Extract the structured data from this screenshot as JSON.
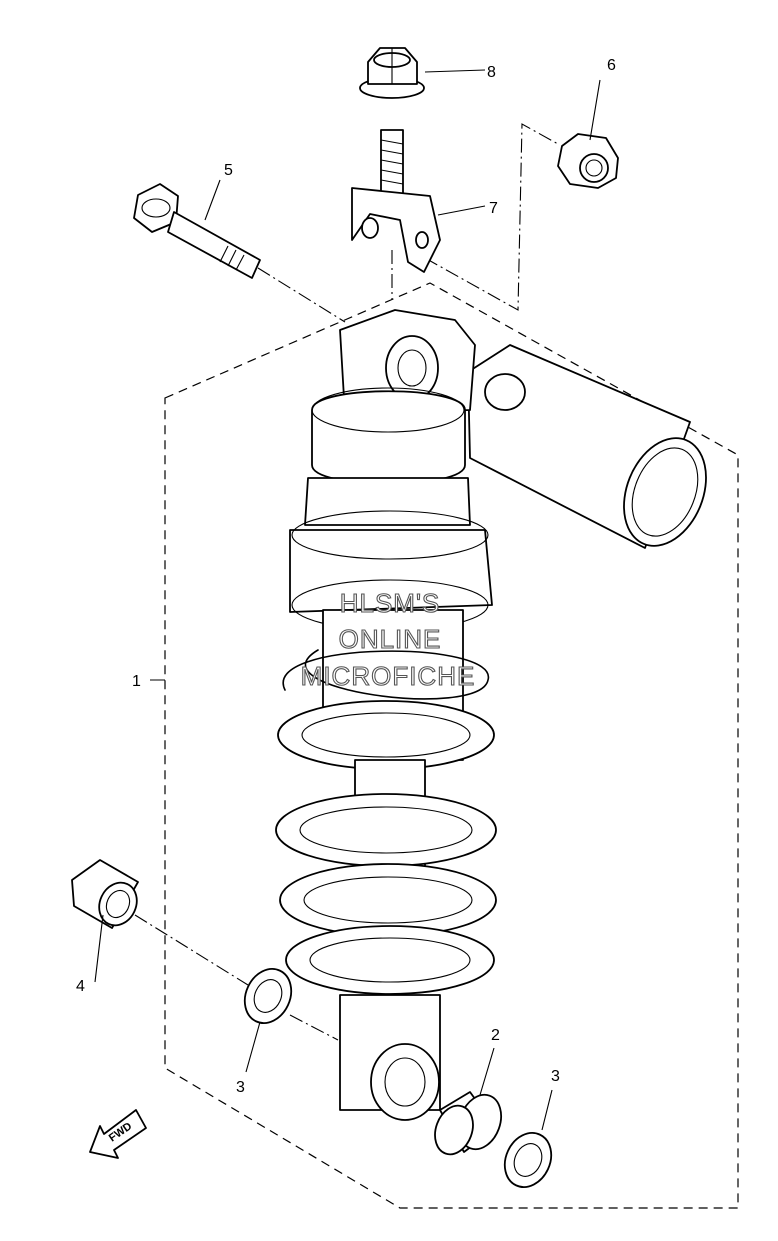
{
  "callouts": [
    "1",
    "2",
    "3",
    "3",
    "4",
    "5",
    "6",
    "7",
    "8"
  ],
  "watermark": [
    "HLSM'S",
    "ONLINE",
    "MICROFICHE"
  ],
  "fwd_label": "FWD"
}
